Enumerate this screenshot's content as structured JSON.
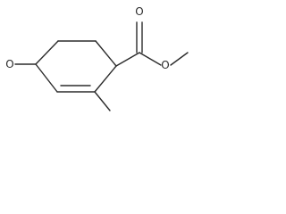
{
  "molecule": {
    "atoms": {
      "ketone_oxygen": "O",
      "carbonyl_oxygen": "O",
      "ester_oxygen": "O"
    },
    "colors": {
      "bond": "#2b2b2b",
      "background": "#ffffff"
    }
  }
}
